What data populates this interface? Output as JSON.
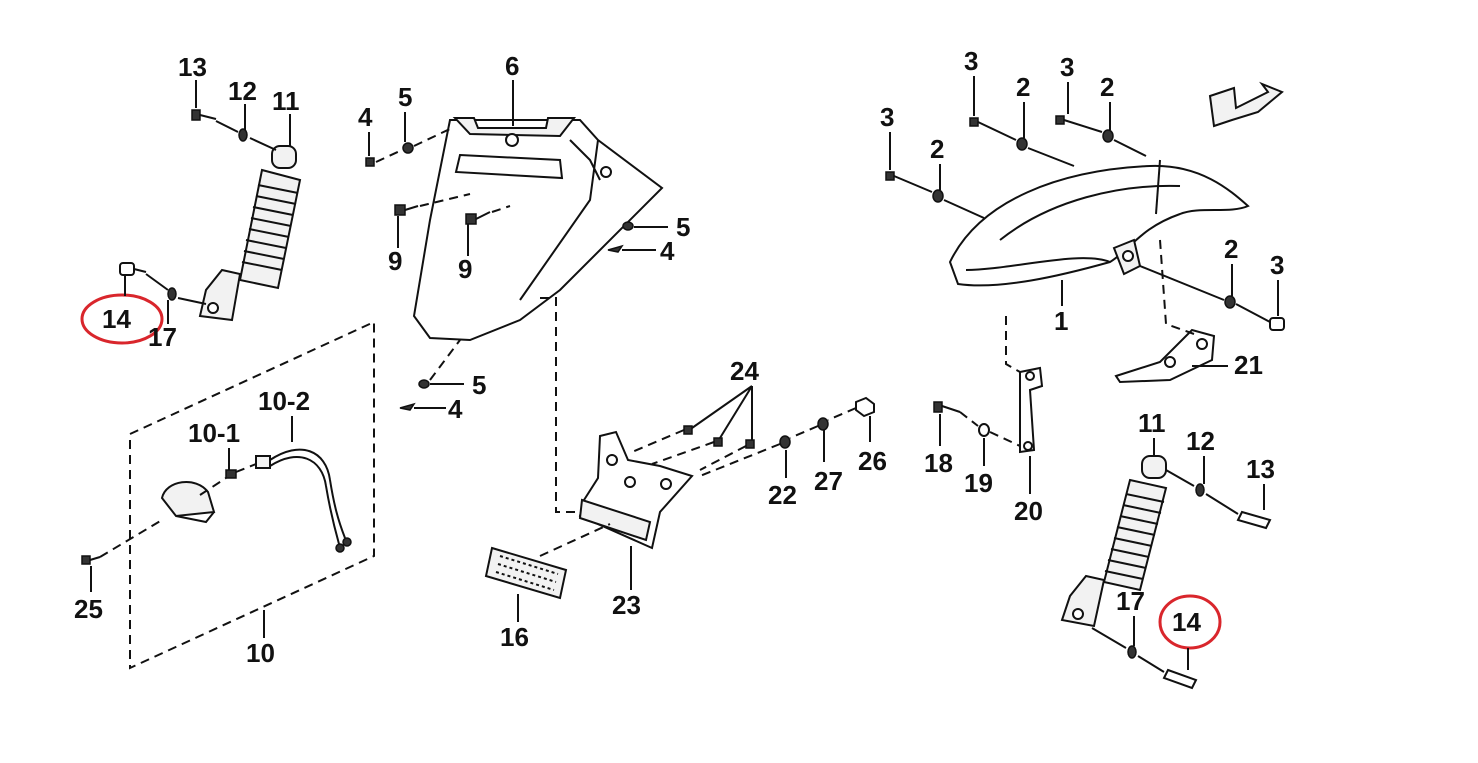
{
  "diagram": {
    "labels": {
      "l1": "1",
      "l2a": "2",
      "l2b": "2",
      "l2c": "2",
      "l2d": "2",
      "l3a": "3",
      "l3b": "3",
      "l3c": "3",
      "l3d": "3",
      "l4a": "4",
      "l4b": "4",
      "l4c": "4",
      "l5a": "5",
      "l5b": "5",
      "l5c": "5",
      "l6": "6",
      "l9a": "9",
      "l9b": "9",
      "l10": "10",
      "l10_1": "10-1",
      "l10_2": "10-2",
      "l11a": "11",
      "l11b": "11",
      "l12a": "12",
      "l12b": "12",
      "l13a": "13",
      "l13b": "13",
      "l14a": "14",
      "l14b": "14",
      "l16": "16",
      "l17a": "17",
      "l17b": "17",
      "l18": "18",
      "l19": "19",
      "l20": "20",
      "l21": "21",
      "l22": "22",
      "l23": "23",
      "l24": "24",
      "l25": "25",
      "l26": "26",
      "l27": "27"
    },
    "highlight_color": "#d9262c"
  }
}
